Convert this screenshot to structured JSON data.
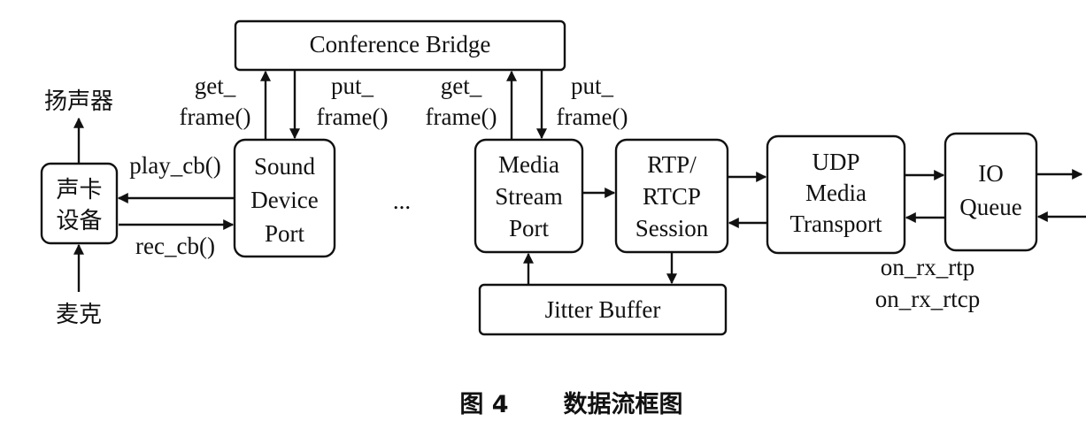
{
  "nodes": {
    "conference_bridge": "Conference Bridge",
    "sound_device_port": [
      "Sound",
      "Device",
      "Port"
    ],
    "sound_card": [
      "声卡",
      "设备"
    ],
    "media_stream_port": [
      "Media",
      "Stream",
      "Port"
    ],
    "rtp_rtcp_session": [
      "RTP/",
      "RTCP",
      "Session"
    ],
    "udp_media_transport": [
      "UDP",
      "Media",
      "Transport"
    ],
    "io_queue": [
      "IO",
      "Queue"
    ],
    "jitter_buffer": "Jitter Buffer"
  },
  "labels": {
    "speaker": "扬声器",
    "microphone": "麦克",
    "play_cb": "play_cb()",
    "rec_cb": "rec_cb()",
    "get_frame_1": [
      "get_",
      "frame()"
    ],
    "put_frame_1": [
      "put_",
      "frame()"
    ],
    "get_frame_2": [
      "get_",
      "frame()"
    ],
    "put_frame_2": [
      "put_",
      "frame()"
    ],
    "ellipsis": "...",
    "on_rx": [
      "on_rx_rtp",
      "on_rx_rtcp"
    ]
  },
  "caption": {
    "figure_number": "图 4",
    "title": "数据流框图"
  }
}
